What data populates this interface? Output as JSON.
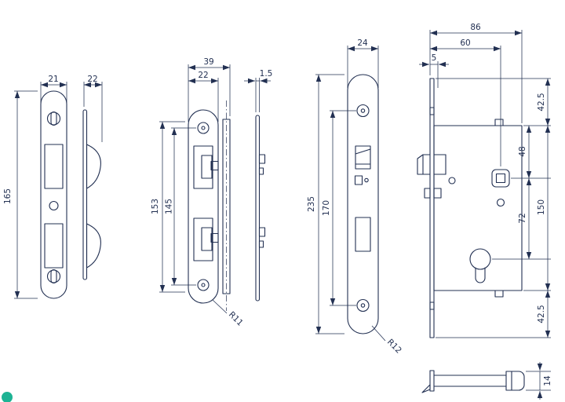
{
  "colors": {
    "line": "#223052",
    "accent": "#1db394"
  },
  "views": {
    "strike_plate_front": {
      "width": "21",
      "height": "165"
    },
    "strike_plate_side": {
      "width": "22"
    },
    "forend_front": {
      "overall_width": "39",
      "plate_width": "22",
      "side_thickness": "1.5",
      "outer_height": "153",
      "inner_height": "145",
      "corner_radius": "R11"
    },
    "faceplate_front": {
      "width": "24",
      "overall_height": "235",
      "screw_centres": "170",
      "corner_radius": "R12"
    },
    "lock_case_side": {
      "overall_depth": "86",
      "backset": "60",
      "front_offset": "5",
      "top_margin": "42.5",
      "top_to_spindle": "48",
      "case_height": "150",
      "spindle_to_cylinder": "72",
      "bottom_margin": "42.5"
    },
    "lock_case_end": {
      "thickness": "14"
    }
  }
}
